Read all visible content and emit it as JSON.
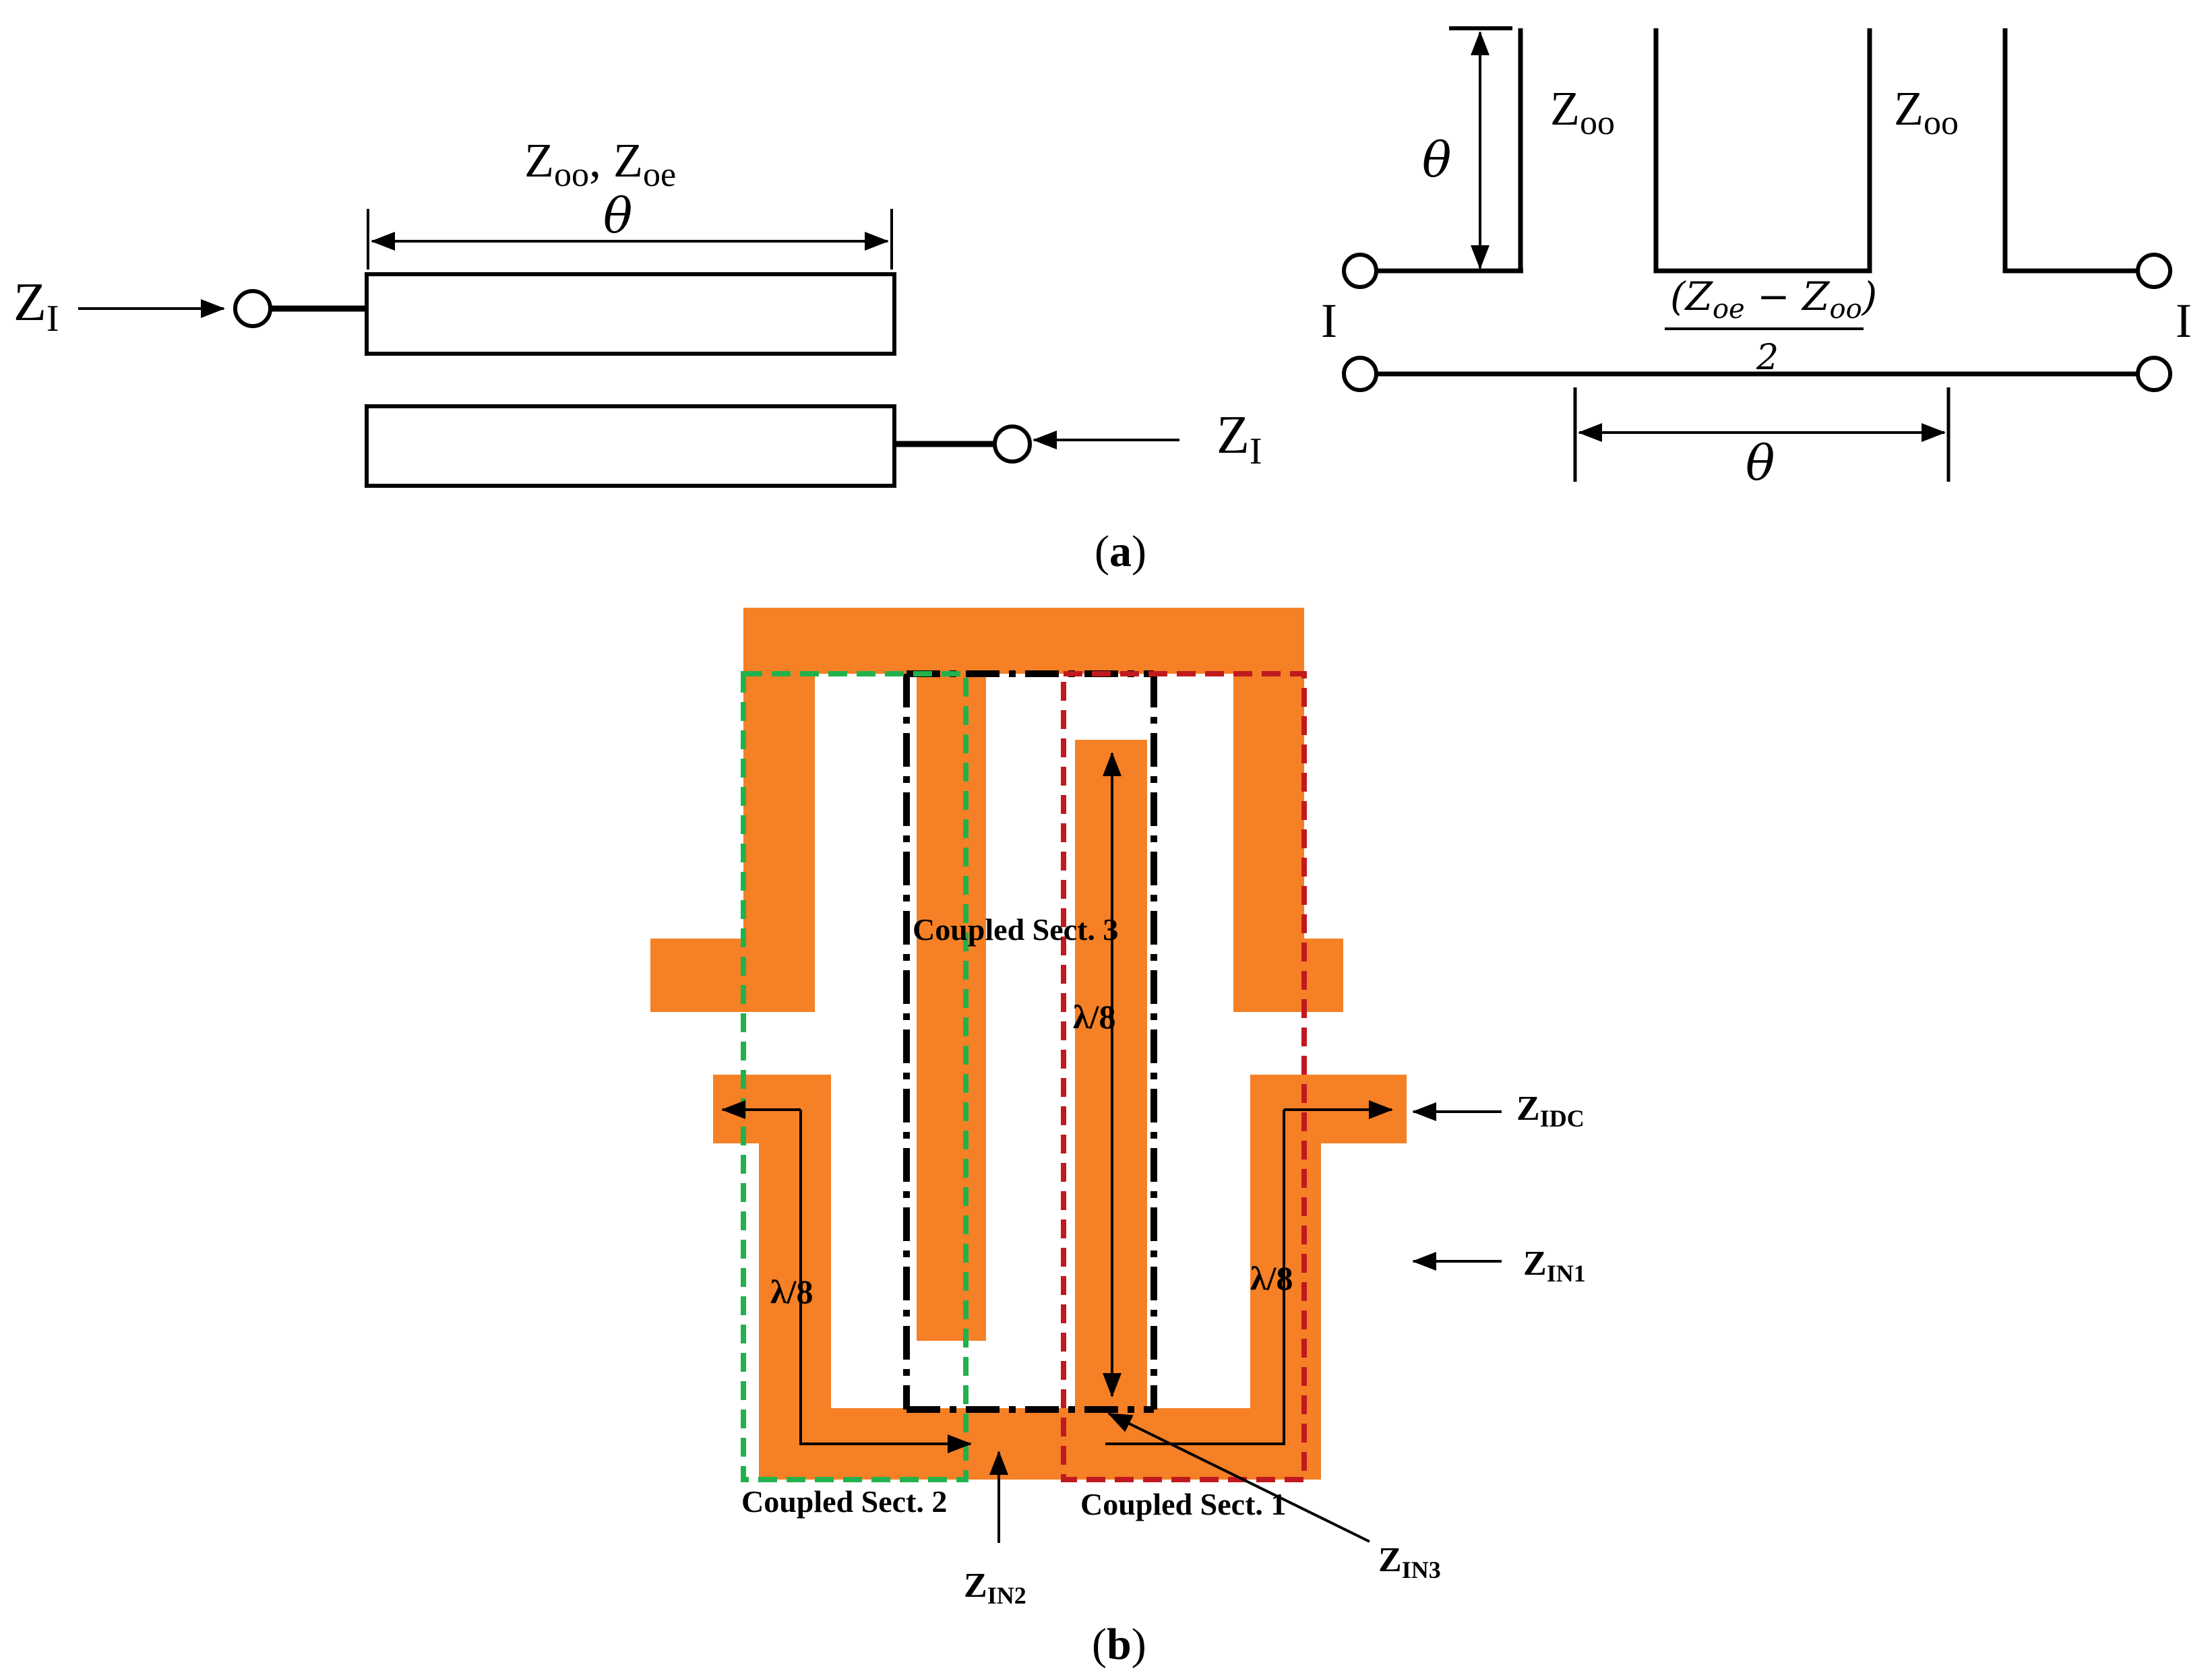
{
  "colors": {
    "copper": "#F58025",
    "section_green": "#22B14C",
    "section_red": "#C0191F",
    "line": "#000000"
  },
  "panel_a": {
    "caption_open": "(",
    "caption_letter": "a",
    "caption_close": ")",
    "left": {
      "impedance_main": "Z",
      "impedance_sub_oo": "oo",
      "impedance_sep": ", Z",
      "impedance_sub_oe": "oe",
      "theta": "θ",
      "zi_main": "Z",
      "zi_sub": "I"
    },
    "right": {
      "zoo_main": "Z",
      "zoo_sub": "oo",
      "theta": "θ",
      "frac_numerator": "(Z",
      "frac_sub_oe": "oe",
      "frac_minus": " − Z",
      "frac_sub_oo": "oo",
      "frac_close": ")",
      "frac_denominator": "2",
      "port_label": "I"
    }
  },
  "panel_b": {
    "caption_open": "(",
    "caption_letter": "b",
    "caption_close": ")",
    "sect3": "Coupled Sect. 3",
    "sect2": "Coupled Sect. 2",
    "sect1": "Coupled Sect. 1",
    "lambda": "λ/8",
    "z_main": "Z",
    "zidc_sub": "IDC",
    "zin1_sub": "IN1",
    "zin2_sub": "IN2",
    "zin3_sub": "IN3"
  }
}
